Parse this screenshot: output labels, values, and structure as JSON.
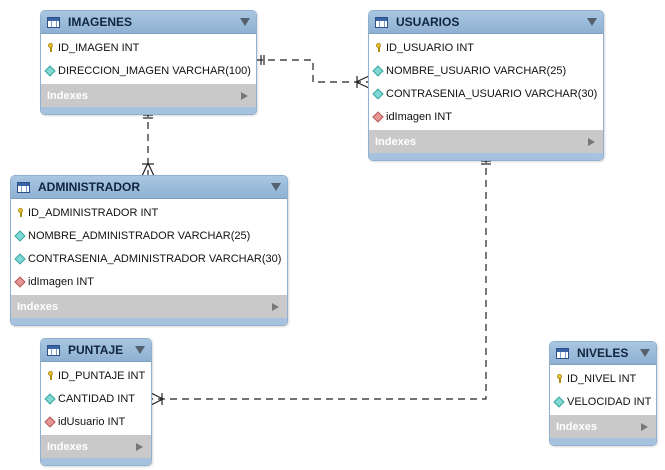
{
  "tables": {
    "imagenes": {
      "title": "IMAGENES",
      "columns": [
        {
          "text": "ID_IMAGEN INT",
          "icon": "primary-key-icon"
        },
        {
          "text": "DIRECCION_IMAGEN VARCHAR(100)",
          "icon": "column-icon"
        }
      ],
      "indexes_label": "Indexes"
    },
    "usuarios": {
      "title": "USUARIOS",
      "columns": [
        {
          "text": "ID_USUARIO INT",
          "icon": "primary-key-icon"
        },
        {
          "text": "NOMBRE_USUARIO VARCHAR(25)",
          "icon": "column-icon"
        },
        {
          "text": "CONTRASENIA_USUARIO VARCHAR(30)",
          "icon": "column-icon"
        },
        {
          "text": "idImagen INT",
          "icon": "foreign-key-icon"
        }
      ],
      "indexes_label": "Indexes"
    },
    "administrador": {
      "title": "ADMINISTRADOR",
      "columns": [
        {
          "text": "ID_ADMINISTRADOR INT",
          "icon": "primary-key-icon"
        },
        {
          "text": "NOMBRE_ADMINISTRADOR VARCHAR(25)",
          "icon": "column-icon"
        },
        {
          "text": "CONTRASENIA_ADMINISTRADOR VARCHAR(30)",
          "icon": "column-icon"
        },
        {
          "text": "idImagen INT",
          "icon": "foreign-key-icon"
        }
      ],
      "indexes_label": "Indexes"
    },
    "puntaje": {
      "title": "PUNTAJE",
      "columns": [
        {
          "text": "ID_PUNTAJE INT",
          "icon": "primary-key-icon"
        },
        {
          "text": "CANTIDAD INT",
          "icon": "column-icon"
        },
        {
          "text": "idUsuario INT",
          "icon": "foreign-key-icon"
        }
      ],
      "indexes_label": "Indexes"
    },
    "niveles": {
      "title": "NIVELES",
      "columns": [
        {
          "text": "ID_NIVEL INT",
          "icon": "primary-key-icon"
        },
        {
          "text": "VELOCIDAD INT",
          "icon": "column-icon"
        }
      ],
      "indexes_label": "Indexes"
    }
  },
  "relationships": [
    {
      "from": "imagenes",
      "to": "usuarios",
      "cardinality": "one-to-many",
      "style": "dashed"
    },
    {
      "from": "imagenes",
      "to": "administrador",
      "cardinality": "one-to-many",
      "style": "dashed"
    },
    {
      "from": "usuarios",
      "to": "puntaje",
      "cardinality": "one-to-many",
      "style": "dashed"
    }
  ],
  "colors": {
    "header": "#9fbfdd",
    "indexes_bar": "#c9c9c9",
    "line": "#222222",
    "primary_key": "#e8c93c",
    "column": "#7fd8d4",
    "foreign_key": "#e79595"
  }
}
